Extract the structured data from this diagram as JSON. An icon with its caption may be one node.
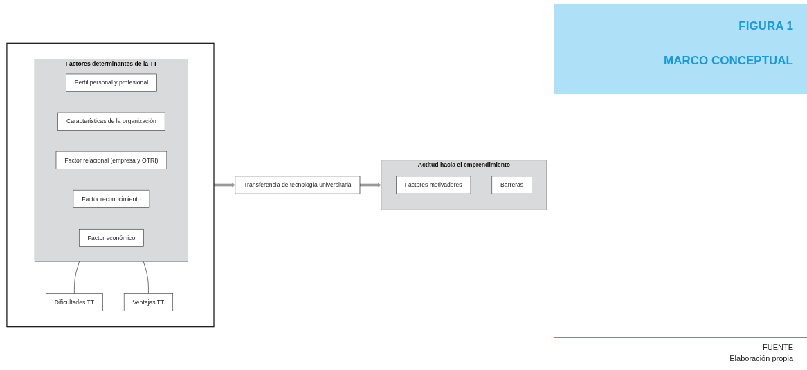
{
  "diagram": {
    "title": "FIGURA 1",
    "nodes": [
      {
        "text": [],
        "shape": "box"
      },
      {
        "text": [
          "Factores determinantes de la TT"
        ],
        "in": 0
      },
      {
        "text": [
          "Perfil personal y profesional"
        ],
        "in": 1
      },
      {
        "text": [
          "Características de la organización"
        ],
        "in": 1
      },
      {
        "text": [
          "Factor relacional (empresa y OTRI)"
        ],
        "in": 1
      },
      {
        "text": [
          "Factor reconocimiento"
        ],
        "in": 1
      },
      {
        "text": [
          "Factor económico"
        ],
        "in": 1
      },
      {
        "text": [
          "Dificultades TT"
        ],
        "in": 0
      },
      {
        "text": [
          "Ventajas TT"
        ],
        "in": 0
      },
      {
        "text": [
          "Transferencia de tecnología universitaria"
        ]
      },
      {
        "text": [
          "Actitud hacia el emprendimiento"
        ]
      },
      {
        "text": [
          "Factores motivadores"
        ],
        "in": 10
      },
      {
        "text": [
          "Barreras"
        ],
        "in": 10
      }
    ],
    "edges": [
      {
        "from": 1,
        "to": 7,
        "arrow": "none"
      },
      {
        "from": 1,
        "to": 8,
        "arrow": "none"
      },
      {
        "from": 0,
        "to": 9,
        "arrow": "to",
        "style": "thick",
        "color": "#999999"
      },
      {
        "from": 9,
        "to": 10,
        "arrow": "to",
        "style": "thick",
        "color": "#999999"
      }
    ],
    "labels": [
      "MARCO CONCEPTUAL",
      "FUENTE",
      "Elaboración propia"
    ]
  }
}
